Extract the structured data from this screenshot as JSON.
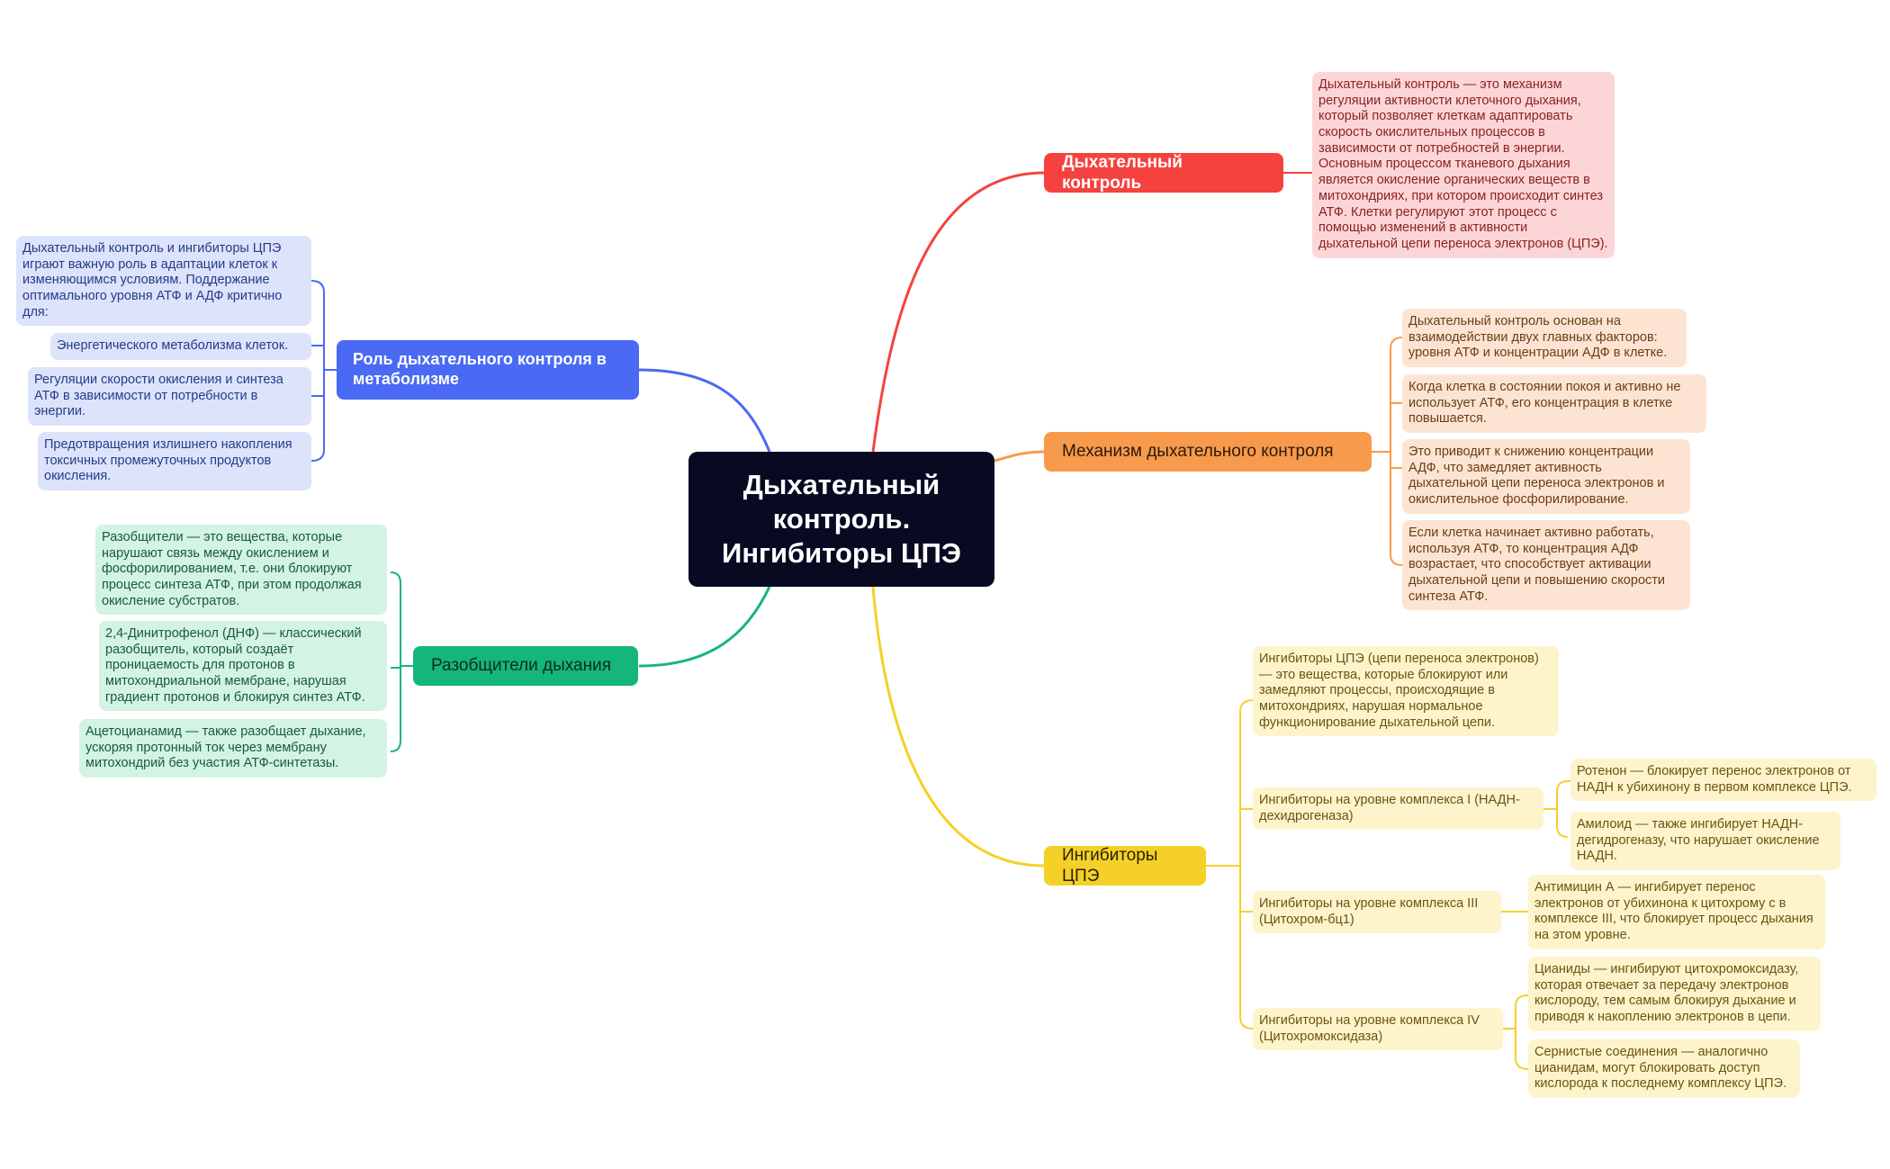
{
  "colors": {
    "root": "#080a22",
    "red": "#f5423e",
    "orange": "#f79a4b",
    "yellow": "#f5d028",
    "blue": "#4a69f4",
    "green": "#14b67a"
  },
  "root": {
    "title": "Дыхательный контроль. Ингибиторы ЦПЭ"
  },
  "branches": {
    "control": {
      "label": "Дыхательный контроль",
      "children": [
        "Дыхательный контроль — это механизм регуляции активности клеточного дыхания, который позволяет клеткам адаптировать скорость окислительных процессов в зависимости от потребностей в энергии. Основным процессом тканевого дыхания является окисление органических веществ в митохондриях, при котором происходит синтез АТФ. Клетки регулируют этот процесс с помощью изменений в активности дыхательной цепи переноса электронов (ЦПЭ)."
      ]
    },
    "mechanism": {
      "label": "Механизм дыхательного контроля",
      "children": [
        "Дыхательный контроль основан на взаимодействии двух главных факторов: уровня АТФ и концентрации АДФ в клетке.",
        "Когда клетка в состоянии покоя и активно не использует АТФ, его концентрация в клетке повышается.",
        "Это приводит к снижению концентрации АДФ, что замедляет активность дыхательной цепи переноса электронов и окислительное фосфорилирование.",
        "Если клетка начинает активно работать, используя АТФ, то концентрация АДФ возрастает, что способствует активации дыхательной цепи и повышению скорости синтеза АТФ."
      ]
    },
    "inhibitors": {
      "label": "Ингибиторы ЦПЭ",
      "definition": "Ингибиторы ЦПЭ (цепи переноса электронов) — это вещества, которые блокируют или замедляют процессы, происходящие в митохондриях, нарушая нормальное функционирование дыхательной цепи.",
      "complex1": {
        "label": "Ингибиторы на уровне комплекса I (НАДН-дехидрогеназа)",
        "children": [
          "Ротенон — блокирует перенос электронов от НАДН к убихинону в первом комплексе ЦПЭ.",
          "Амилоид — также ингибирует НАДН-дегидрогеназу, что нарушает окисление НАДН."
        ]
      },
      "complex3": {
        "label": "Ингибиторы на уровне комплекса III (Цитохром-бц1)",
        "children": [
          "Антимицин А — ингибирует перенос электронов от убихинона к цитохрому с в комплексе III, что блокирует процесс дыхания на этом уровне."
        ]
      },
      "complex4": {
        "label": "Ингибиторы на уровне комплекса IV (Цитохромоксидаза)",
        "children": [
          "Цианиды — ингибируют цитохромоксидазу, которая отвечает за передачу электронов кислороду, тем самым блокируя дыхание и приводя к накоплению электронов в цепи.",
          "Сернистые соединения — аналогично цианидам, могут блокировать доступ кислорода к последнему комплексу ЦПЭ."
        ]
      }
    },
    "role": {
      "label": "Роль дыхательного контроля в метаболизме",
      "children": [
        "Дыхательный контроль и ингибиторы ЦПЭ играют важную роль в адаптации клеток к изменяющимся условиям. Поддержание оптимального уровня АТФ и АДФ критично для:",
        "Энергетического метаболизма клеток.",
        "Регуляции скорости окисления и синтеза АТФ в зависимости от потребности в энергии.",
        "Предотвращения излишнего накопления токсичных промежуточных продуктов окисления."
      ]
    },
    "uncouplers": {
      "label": "Разобщители дыхания",
      "children": [
        "Разобщители — это вещества, которые нарушают связь между окислением и фосфорилированием, т.е. они блокируют процесс синтеза АТФ, при этом продолжая окисление субстратов.",
        "2,4-Динитрофенол (ДНФ) — классический разобщитель, который создаёт проницаемость для протонов в митохондриальной мембране, нарушая градиент протонов и блокируя синтез АТФ.",
        "Ацетоцианамид — также разобщает дыхание, ускоряя протонный ток через мембрану митохондрий без участия АТФ-синтетазы."
      ]
    }
  }
}
